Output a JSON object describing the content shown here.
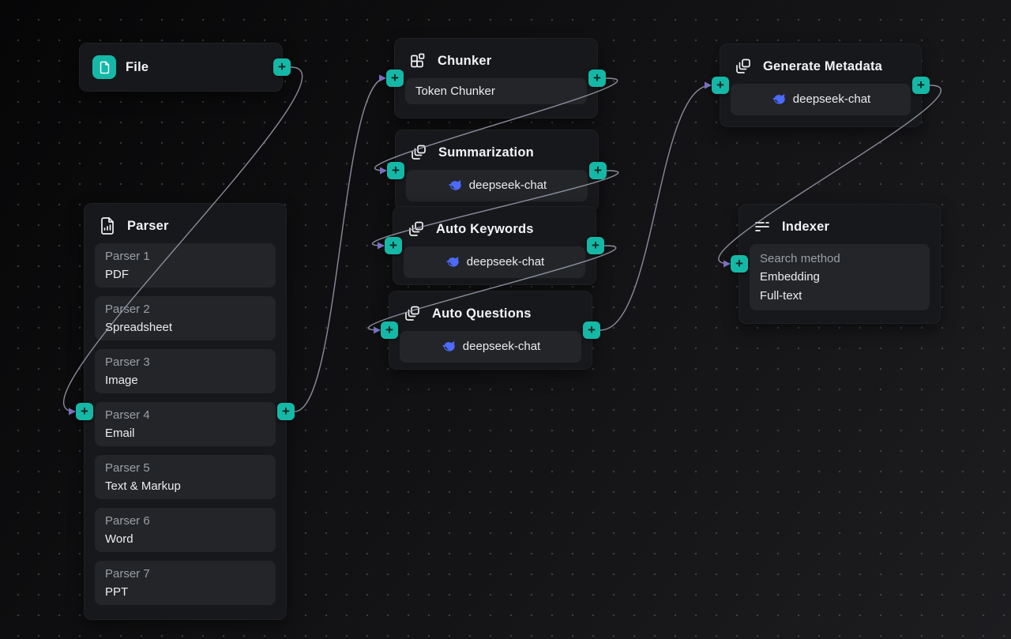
{
  "canvas": {
    "type": "pipeline-flow-editor"
  },
  "icons": {
    "plus_glyph": "+"
  },
  "colors": {
    "accent_teal": "#15b8a6",
    "edge": "#a6aabb",
    "arrow": "#9388ee",
    "deepseek_blue": "#4d6bfe",
    "node_bg": "#17181b",
    "item_bg": "#232529"
  },
  "nodes": {
    "file": {
      "title": "File"
    },
    "parser": {
      "title": "Parser",
      "items": [
        {
          "label": "Parser 1",
          "value": "PDF"
        },
        {
          "label": "Parser 2",
          "value": "Spreadsheet"
        },
        {
          "label": "Parser 3",
          "value": "Image"
        },
        {
          "label": "Parser 4",
          "value": "Email"
        },
        {
          "label": "Parser 5",
          "value": "Text & Markup"
        },
        {
          "label": "Parser 6",
          "value": "Word"
        },
        {
          "label": "Parser 7",
          "value": "PPT"
        }
      ]
    },
    "chunker": {
      "title": "Chunker",
      "item": {
        "value": "Token Chunker"
      }
    },
    "summarization": {
      "title": "Summarization",
      "model": "deepseek-chat"
    },
    "auto_keywords": {
      "title": "Auto Keywords",
      "model": "deepseek-chat"
    },
    "auto_questions": {
      "title": "Auto Questions",
      "model": "deepseek-chat"
    },
    "generate_metadata": {
      "title": "Generate Metadata",
      "model": "deepseek-chat"
    },
    "indexer": {
      "title": "Indexer",
      "search": {
        "label": "Search method",
        "values": [
          "Embedding",
          "Full-text"
        ]
      }
    }
  },
  "edges": [
    {
      "from": "file",
      "to": "parser"
    },
    {
      "from": "parser",
      "to": "chunker"
    },
    {
      "from": "chunker",
      "to": "summarization"
    },
    {
      "from": "summarization",
      "to": "auto-keywords"
    },
    {
      "from": "auto-keywords",
      "to": "auto-questions"
    },
    {
      "from": "auto-questions",
      "to": "generate-metadata"
    },
    {
      "from": "generate-metadata",
      "to": "indexer"
    }
  ]
}
